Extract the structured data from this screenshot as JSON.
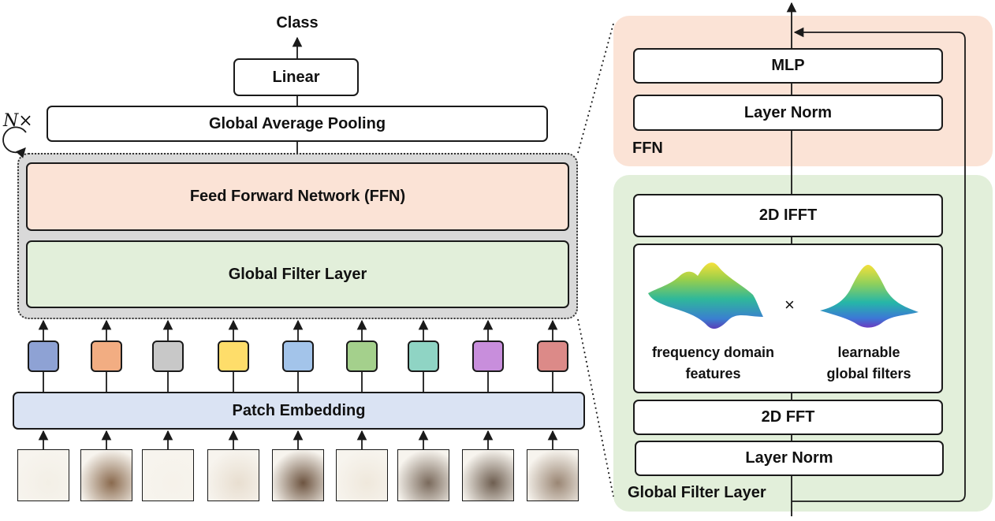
{
  "left_stack": {
    "class_label": "Class",
    "linear_label": "Linear",
    "pooling_label": "Global Average Pooling",
    "repeat_label": "N×",
    "ffn_label": "Feed Forward Network (FFN)",
    "gfl_label": "Global Filter Layer",
    "patch_embedding_label": "Patch Embedding",
    "patch_tokens": [
      {
        "color": "#8ea2d4"
      },
      {
        "color": "#f2ad82"
      },
      {
        "color": "#c8c8c8"
      },
      {
        "color": "#fedd6a"
      },
      {
        "color": "#a3c4ea"
      },
      {
        "color": "#a4d08c"
      },
      {
        "color": "#8fd4c4"
      },
      {
        "color": "#c88edc"
      },
      {
        "color": "#dc8a88"
      }
    ],
    "image_patch_count": 9
  },
  "right_detail": {
    "ffn": {
      "panel_label": "FFN",
      "mlp_label": "MLP",
      "norm_label": "Layer Norm"
    },
    "gfl": {
      "panel_label": "Global Filter Layer",
      "ifft_label": "2D IFFT",
      "fft_label": "2D FFT",
      "norm_label": "Layer Norm",
      "features_caption": "frequency domain\nfeatures",
      "filters_caption": "learnable\nglobal filters",
      "multiply_symbol": "×"
    }
  },
  "colors": {
    "ffn_fill": "#fbe3d6",
    "gfl_fill": "#e2efda",
    "block_fill": "#d9d9d9",
    "embed_fill": "#dae3f3"
  }
}
